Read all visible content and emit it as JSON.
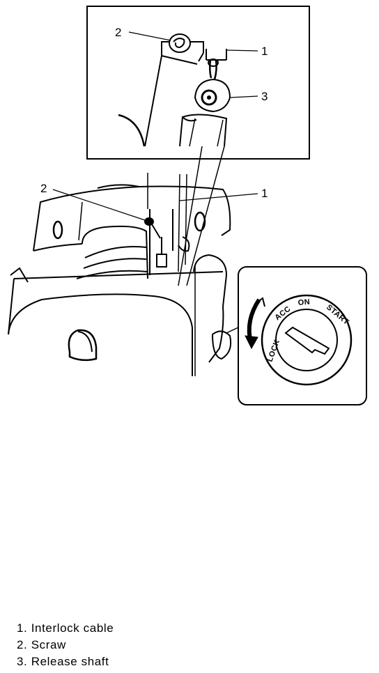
{
  "callouts": {
    "detail_screw": "2",
    "detail_cable": "1",
    "detail_shaft": "3",
    "main_screw": "2",
    "main_cable": "1"
  },
  "ignition_positions": [
    "LOCK",
    "ACC",
    "ON",
    "START"
  ],
  "legend": [
    "1. Interlock cable",
    "2. Scraw",
    "3. Release shaft"
  ]
}
